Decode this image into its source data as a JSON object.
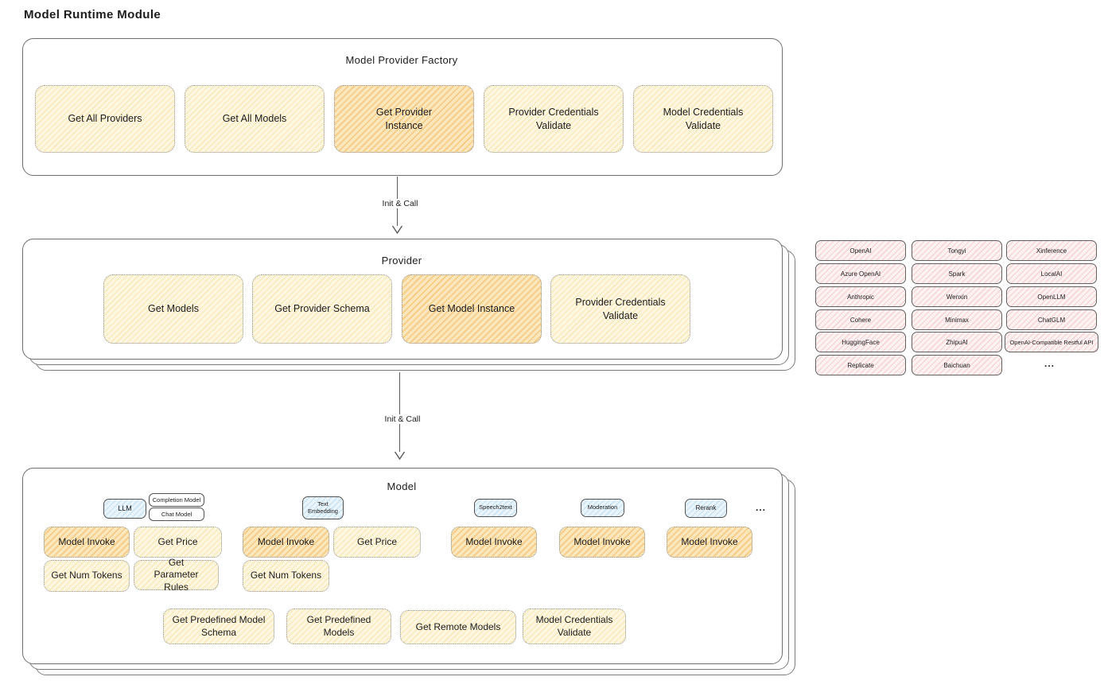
{
  "title": "Model Runtime Module",
  "factory": {
    "title": "Model Provider Factory",
    "items": [
      "Get All Providers",
      "Get All Models",
      "Get Provider Instance",
      "Provider Credentials Validate",
      "Model Credentials Validate"
    ]
  },
  "arrow1_label": "Init & Call",
  "arrow2_label": "Init & Call",
  "provider": {
    "title": "Provider",
    "items": [
      "Get Models",
      "Get Provider Schema",
      "Get Model Instance",
      "Provider Credentials Validate"
    ]
  },
  "providers_grid": {
    "col1": [
      "OpenAI",
      "Azure OpenAI",
      "Anthropic",
      "Cohere",
      "HuggingFace",
      "Replicate"
    ],
    "col2": [
      "Tongyi",
      "Spark",
      "Wenxin",
      "Minimax",
      "ZhipuAI",
      "Baichuan"
    ],
    "col3": [
      "Xinference",
      "LocalAI",
      "OpenLLM",
      "ChatGLM",
      "OpenAI-Compatible Restful API"
    ],
    "more": "..."
  },
  "model": {
    "title": "Model",
    "tabs": {
      "llm": "LLM",
      "completion_model": "Completion Model",
      "chat_model": "Chat Model",
      "text_embedding": "Text Embedding",
      "speech2text": "Speech2text",
      "moderation": "Moderation",
      "rerank": "Rerank",
      "more": "..."
    },
    "llm_group": {
      "model_invoke": "Model Invoke",
      "get_price": "Get Price",
      "get_num_tokens": "Get Num Tokens",
      "get_parameter_rules": "Get Parameter Rules"
    },
    "embedding_group": {
      "model_invoke": "Model Invoke",
      "get_price": "Get Price",
      "get_num_tokens": "Get Num Tokens"
    },
    "speech2text_group": {
      "model_invoke": "Model Invoke"
    },
    "moderation_group": {
      "model_invoke": "Model Invoke"
    },
    "rerank_group": {
      "model_invoke": "Model Invoke"
    },
    "bottom_items": [
      "Get Predefined Model Schema",
      "Get Predefined Models",
      "Get Remote Models",
      "Model Credentials Validate"
    ]
  },
  "colors": {
    "yellow_fill": "#FDF7E2",
    "highlight_fill": "#FAE7BD",
    "pink_fill": "#FDF2F2",
    "blue_fill": "#EAF4FB",
    "stroke": "#6f6f6f"
  }
}
